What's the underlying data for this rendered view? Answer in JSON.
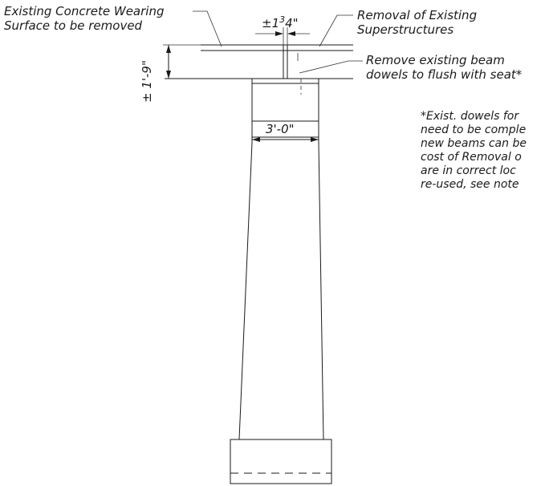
{
  "labels": {
    "wearing_surface_line1": "Existing Concrete Wearing",
    "wearing_surface_line2": "Surface to be removed",
    "removal_line1": "Removal of Existing",
    "removal_line2": "Superstructures",
    "dowel_line1": "Remove existing beam",
    "dowel_line2": "dowels to flush with seat*"
  },
  "dimensions": {
    "gap_prefix": "±1",
    "gap_sup": "3",
    "gap_suffix": "4\"",
    "depth": "± 1'-9\"",
    "pier_width": "3'-0\""
  },
  "note": {
    "line1": "*Exist. dowels for",
    "line2": "need to be comple",
    "line3": "new beams can be",
    "line4": "cost of Removal o",
    "line5": "are in correct loc",
    "line6": "re-used, see note"
  }
}
